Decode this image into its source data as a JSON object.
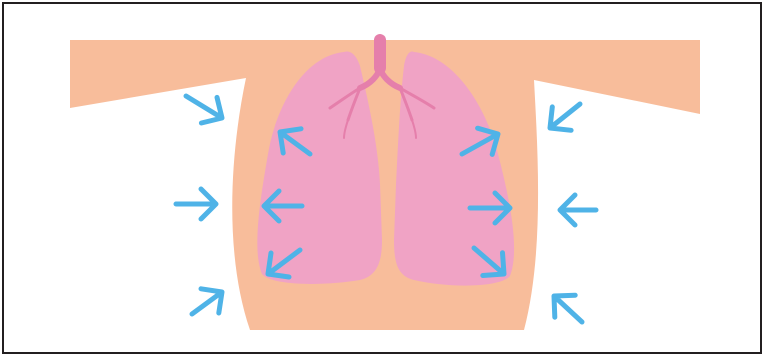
{
  "diagram": {
    "subject": "lungs-exhalation",
    "colors": {
      "border": "#231f20",
      "background": "#ffffff",
      "body": "#f8bd9b",
      "lung": "#f0a3c5",
      "airway": "#e57fab",
      "arrow": "#4fb3e7"
    },
    "arrows": {
      "outer_count": 6,
      "inner_count": 6,
      "direction": "inward"
    }
  }
}
